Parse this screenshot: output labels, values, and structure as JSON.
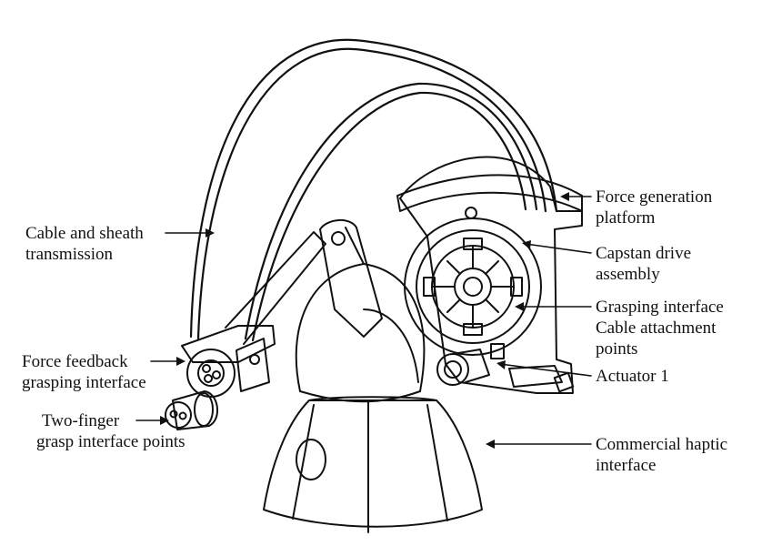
{
  "labels": {
    "force_generation": [
      "Force generation",
      "platform"
    ],
    "cable_sheath": [
      "Cable and sheath",
      "transmission"
    ],
    "capstan": [
      "Capstan drive",
      "assembly"
    ],
    "grasping_attach": [
      "Grasping interface",
      "Cable attachment",
      "points"
    ],
    "force_feedback": [
      "Force feedback",
      "grasping interface"
    ],
    "actuator": [
      "Actuator 1"
    ],
    "two_finger": [
      "Two-finger",
      "grasp interface points"
    ],
    "commercial": [
      "Commercial haptic",
      "interface"
    ]
  }
}
